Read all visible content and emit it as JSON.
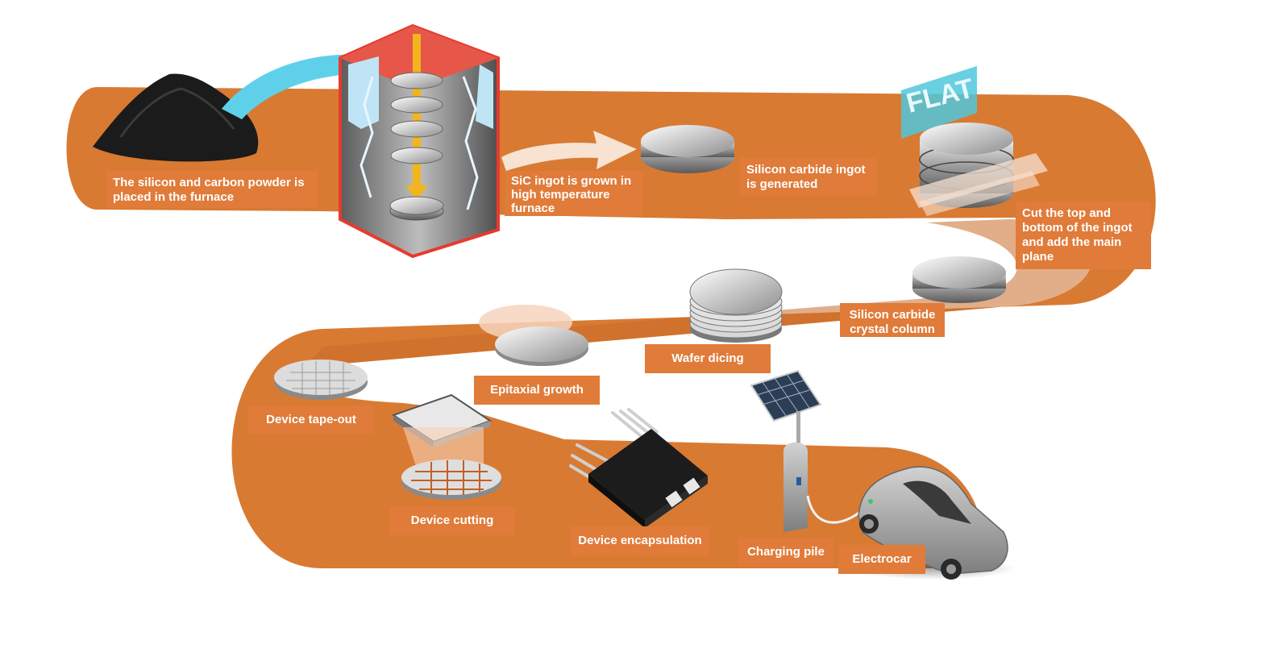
{
  "colors": {
    "path": "#d97a33",
    "label_bg": "#e07b39",
    "label_text": "#ffffff",
    "flat_bg": "#4fc8dc",
    "arrow_blue": "#5fd0ea",
    "furnace_red": "#e63b2e",
    "arrow_gold": "#f2b51b"
  },
  "steps": {
    "powder": "The silicon and carbon powder is placed in the furnace",
    "grown": "SiC ingot is grown in high temperature furnace",
    "generated": "Silicon carbide ingot is generated",
    "cut": "Cut the top and bottom of the ingot and add the main plane",
    "column": "Silicon carbide crystal column",
    "dicing": "Wafer dicing",
    "epitaxial": "Epitaxial growth",
    "tapeout": "Device tape-out",
    "cutting": "Device cutting",
    "encapsulation": "Device encapsulation",
    "charging": "Charging pile",
    "electrocar": "Electrocar"
  },
  "flat_sign": "FLAT"
}
